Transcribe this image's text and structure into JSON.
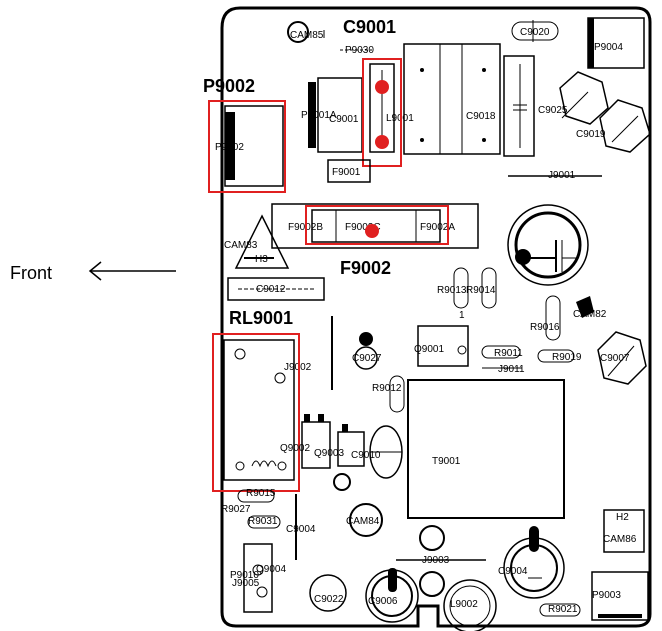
{
  "callouts": {
    "c9001": "C9001",
    "p9002": "P9002",
    "f9002": "F9002",
    "rl9001": "RL9001",
    "front": "Front"
  },
  "highlight_color": "#e02020",
  "dot_color": "#e02020",
  "components": {
    "cam85": "CAM85",
    "p9030": "P9030",
    "c9020": "C9020",
    "p9004": "P9004",
    "p9001a": "P9001A",
    "c9001": "C9001",
    "l9001": "L9001",
    "c9018": "C9018",
    "c9025": "C9025",
    "c9019": "C9019",
    "p9002": "P9002",
    "f9001": "F9001",
    "j9001": "J9001",
    "f9002b": "F9002B",
    "f9002c": "F9002C",
    "f9002a": "F9002A",
    "cam83": "CAM83",
    "c9012": "C9012",
    "r9013": "R9013",
    "r9014": "R9014",
    "cam82": "CAM82",
    "r9016": "R9016",
    "j9002": "J9002",
    "c9027": "C9027",
    "q9001": "Q9001",
    "r9011": "R9011",
    "j9011": "J9011",
    "r9019": "R9019",
    "c9007": "C9007",
    "r9012": "R9012",
    "q9002": "Q9002",
    "q9003": "Q9003",
    "c9010": "C9010",
    "t9001": "T9001",
    "r9015": "R9015",
    "r9027": "R9027",
    "r9031": "R9031",
    "c9004a": "C9004",
    "cam84": "CAM84",
    "cam86": "CAM86",
    "p9010": "P9010",
    "j9005": "J9005",
    "q9004": "Q9004",
    "j9003": "J9003",
    "c9004b": "C9004",
    "c9022": "C9022",
    "c9006": "C9006",
    "l9002": "L9002",
    "p9003": "P9003",
    "r9021": "R9021",
    "h3": "H3",
    "h2": "H2",
    "one": "1"
  }
}
